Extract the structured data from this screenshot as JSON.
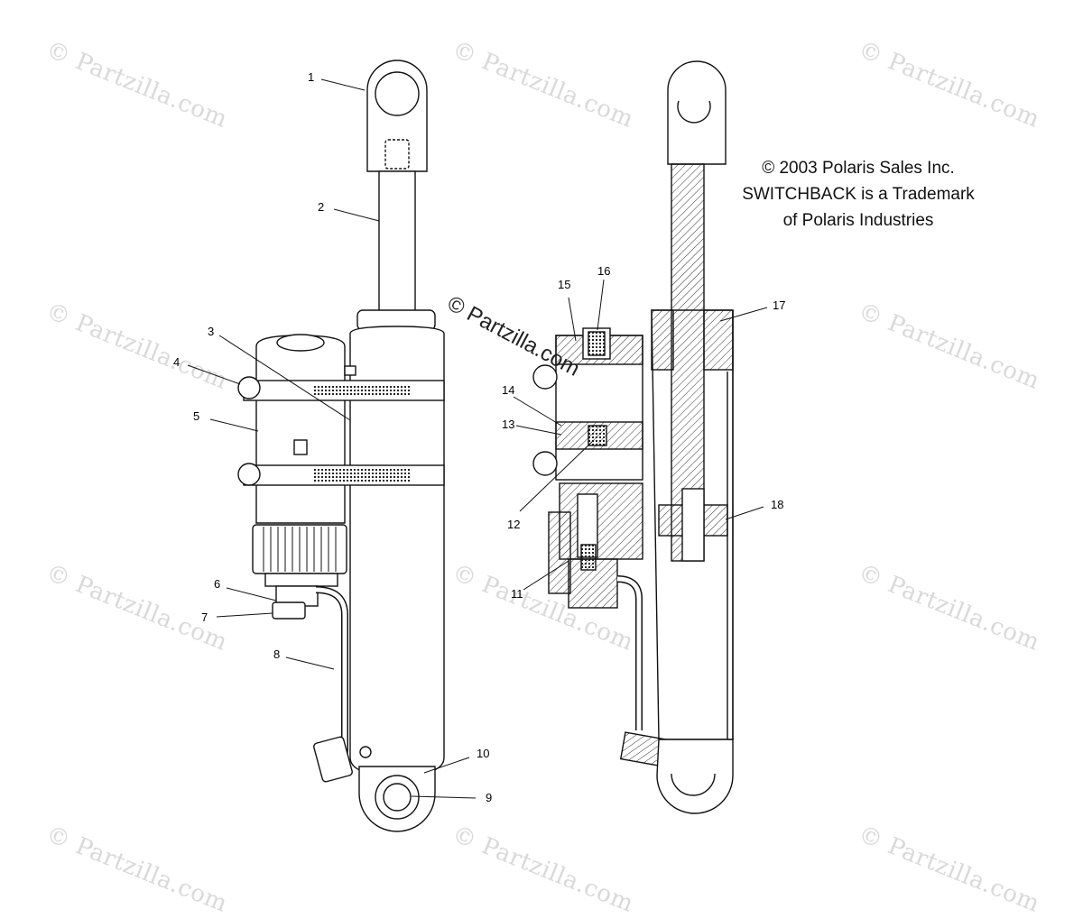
{
  "watermark": {
    "text": "© Partzilla.com"
  },
  "center_watermark": "© Partzilla.com",
  "notice": {
    "line1": "© 2003 Polaris Sales Inc.",
    "line2": "SWITCHBACK is a Trademark",
    "line3": "of Polaris Industries"
  },
  "callouts": [
    "1",
    "2",
    "3",
    "4",
    "5",
    "6",
    "7",
    "8",
    "9",
    "10",
    "11",
    "12",
    "13",
    "14",
    "15",
    "16",
    "17",
    "18"
  ]
}
